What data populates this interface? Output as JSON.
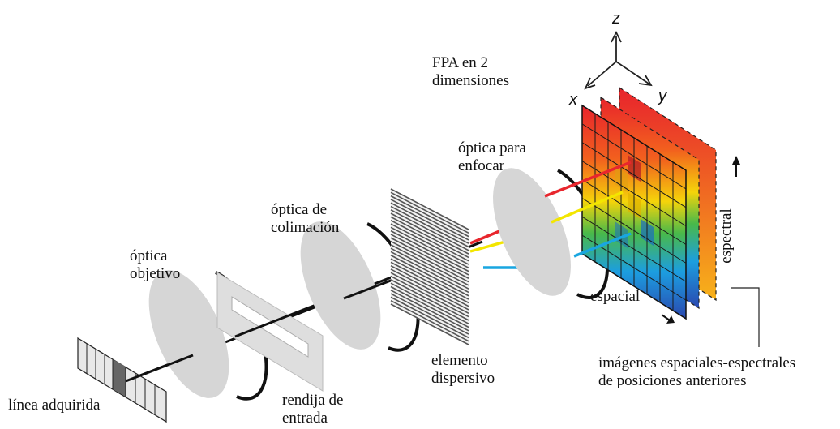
{
  "labels": {
    "fpa": [
      "FPA en 2",
      "dimensiones"
    ],
    "optica_enfocar": [
      "óptica para",
      "enfocar"
    ],
    "optica_colimacion": [
      "óptica de",
      "colimación"
    ],
    "optica_objetivo": [
      "óptica",
      "objetivo"
    ],
    "linea_adquirida": "línea adquirida",
    "rendija_entrada": [
      "rendija de",
      "entrada"
    ],
    "elemento_dispersivo": [
      "elemento",
      "dispersivo"
    ],
    "imagenes": [
      "imágenes espaciales-espectrales",
      "de posiciones anteriores"
    ],
    "espacial": "espacial",
    "espectral": "espectral"
  },
  "axes": {
    "z": "z",
    "x": "x",
    "y": "y"
  },
  "colors": {
    "ray_red": "#e8262d",
    "ray_yellow": "#f3e600",
    "ray_blue": "#19a6e0",
    "lens_fill": "#d6d6d6",
    "lens_edge": "#111111",
    "grating": "#555555"
  }
}
